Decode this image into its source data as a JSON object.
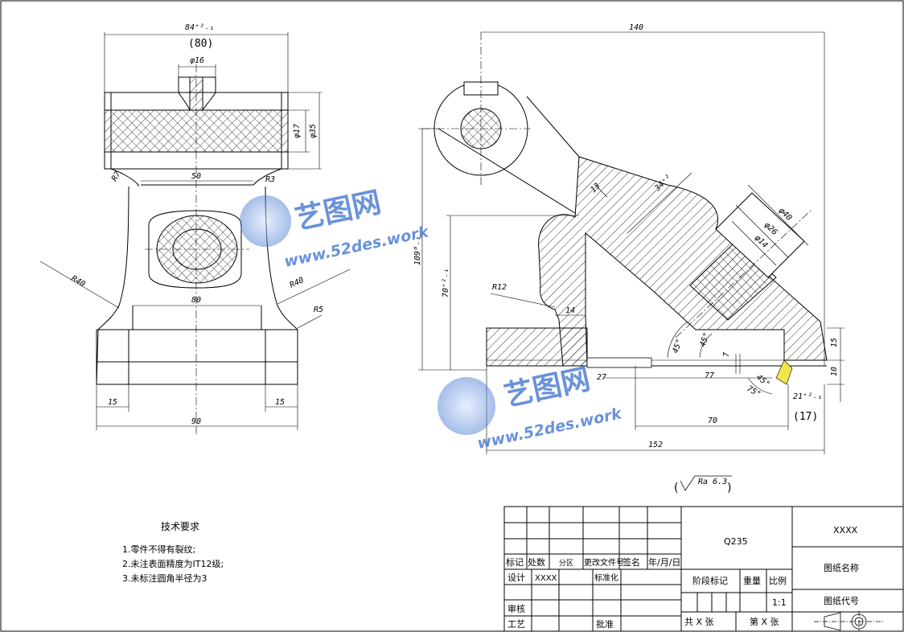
{
  "front_view_dims": {
    "width_tol": "84⁺²₋₁",
    "width_ref": "(80)",
    "bore_top": "φ16",
    "dia_inner": "φ17",
    "dia_outer": "φ35",
    "r_left": "R7",
    "r_right": "R3",
    "neck": "50",
    "r40_left": "R40",
    "r40_right": "R40",
    "inner_width": "80",
    "r5": "R5",
    "foot_left": "15",
    "foot_right": "15",
    "base_width": "90"
  },
  "side_view_dims": {
    "length_top": "140",
    "height_total": "109⁰₋₃",
    "height_mid": "70⁺²₋₁",
    "r12": "R12",
    "web": "14",
    "d34": "34⁺²",
    "t13": "13",
    "dia40": "φ40",
    "dia26": "φ26",
    "dia14": "φ14",
    "ang45a": "45°",
    "ang45b": "45°",
    "ang45c": "45°",
    "ang75": "75°",
    "h15": "15",
    "h10": "10",
    "h7": "7",
    "d27": "27",
    "d77": "77",
    "d21": "21⁺²₋₁",
    "d17": "(17)",
    "d70": "70",
    "d152": "152"
  },
  "roughness": {
    "label": "Ra 6.3"
  },
  "tech_requirements": {
    "title": "技术要求",
    "items": [
      "1.零件不得有裂纹;",
      "2.未注表面精度为IT12级;",
      "3.未标注圆角半径为3"
    ]
  },
  "title_block": {
    "material": "Q235",
    "company": "XXXX",
    "drawing_name": "图纸名称",
    "drawing_code": "图纸代号",
    "mark": "标记",
    "count": "处数",
    "zone": "分区",
    "change_doc": "更改文件号",
    "signature": "签名",
    "date": "年/月/日",
    "design": "设计",
    "designer": "XXXX",
    "standardize": "标准化",
    "stage_mark": "阶段标记",
    "weight": "重量",
    "scale_label": "比例",
    "scale_value": "1:1",
    "review": "审核",
    "process": "工艺",
    "approve": "批准",
    "total_sheets": "共 X 张",
    "sheet_no": "第 X 张"
  },
  "watermark": {
    "brand": "艺图网",
    "url": "www.52des.work"
  },
  "colors": {
    "line": "#000000",
    "watermark": "#4f7fd3",
    "highlight": "#f2e64a"
  }
}
